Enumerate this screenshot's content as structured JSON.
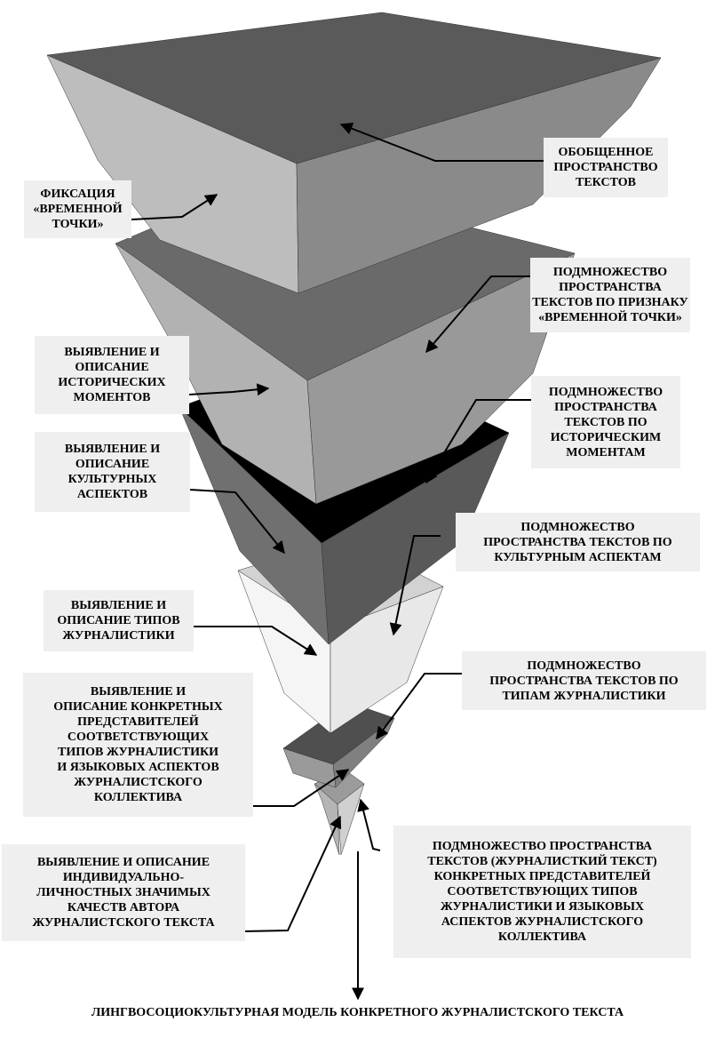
{
  "labels": {
    "fixation": [
      "ФИКСАЦИЯ",
      "«ВРЕМЕННОЙ",
      "ТОЧКИ»"
    ],
    "general_space": [
      "ОБОБЩЕННОЕ",
      "ПРОСТРАНСТВО",
      "ТЕКСТОВ"
    ],
    "subset_time_point": [
      "ПОДМНОЖЕСТВО",
      "ПРОСТРАНСТВА",
      "ТЕКСТОВ ПО ПРИЗНАКУ",
      "«ВРЕМЕННОЙ ТОЧКИ»"
    ],
    "historical_detect": [
      "ВЫЯВЛЕНИЕ И",
      "ОПИСАНИЕ",
      "ИСТОРИЧЕСКИХ",
      "МОМЕНТОВ"
    ],
    "subset_historical": [
      "ПОДМНОЖЕСТВО",
      "ПРОСТРАНСТВА",
      "ТЕКСТОВ ПО",
      "ИСТОРИЧЕСКИМ",
      "МОМЕНТАМ"
    ],
    "cultural_detect": [
      "ВЫЯВЛЕНИЕ И",
      "ОПИСАНИЕ",
      "КУЛЬТУРНЫХ",
      "АСПЕКТОВ"
    ],
    "subset_cultural": [
      "ПОДМНОЖЕСТВО",
      "ПРОСТРАНСТВА ТЕКСТОВ ПО",
      "КУЛЬТУРНЫМ АСПЕКТАМ"
    ],
    "journalism_types": [
      "ВЫЯВЛЕНИЕ И",
      "ОПИСАНИЕ ТИПОВ",
      "ЖУРНАЛИСТИКИ"
    ],
    "subset_journalism": [
      "ПОДМНОЖЕСТВО",
      "ПРОСТРАНСТВА ТЕКСТОВ ПО",
      "ТИПАМ ЖУРНАЛИСТИКИ"
    ],
    "representatives": [
      "ВЫЯВЛЕНИЕ И",
      "ОПИСАНИЕ КОНКРЕТНЫХ",
      "ПРЕДСТАВИТЕЛЕЙ",
      "СООТВЕТСТВУЮЩИХ",
      "ТИПОВ ЖУРНАЛИСТИКИ",
      "И ЯЗЫКОВЫХ АСПЕКТОВ",
      "ЖУРНАЛИСТСКОГО",
      "КОЛЛЕКТИВА"
    ],
    "author_qualities": [
      "ВЫЯВЛЕНИЕ И ОПИСАНИЕ",
      "ИНДИВИДУАЛЬНО-",
      "ЛИЧНОСТНЫХ ЗНАЧИМЫХ",
      "КАЧЕСТВ АВТОРА",
      "ЖУРНАЛИСТСКОГО ТЕКСТА"
    ],
    "subset_journalist_text": [
      "ПОДМНОЖЕСТВО ПРОСТРАНСТВА",
      "ТЕКСТОВ (ЖУРНАЛИСТКИЙ ТЕКСТ)",
      "КОНКРЕТНЫХ ПРЕДСТАВИТЕЛЕЙ",
      "СООТВЕТСТВУЮЩИХ ТИПОВ",
      "ЖУРНАЛИСТИКИ И ЯЗЫКОВЫХ",
      "АСПЕКТОВ ЖУРНАЛИСТСКОГО",
      "КОЛЛЕКТИВА"
    ]
  },
  "caption": "ЛИНГВОСОЦИОКУЛЬТУРНАЯ МОДЕЛЬ КОНКРЕТНОГО ЖУРНАЛИСТСКОГО ТЕКСТА",
  "colors": {
    "label_bg": "#efefef",
    "layer1_top": "#5a5a5a",
    "layer1_left": "#bdbdbd",
    "layer1_right": "#8a8a8a",
    "layer2_top": "#6a6a6a",
    "layer2_left": "#b2b2b2",
    "layer2_right": "#999999",
    "layer3_top": "#000000",
    "layer3_left": "#707070",
    "layer3_right": "#595959",
    "layer4_top": "#d2d2d2",
    "layer4_left": "#f5f5f5",
    "layer4_right": "#e8e8e8",
    "layer5_top": "#4f4f4f",
    "layer5_left": "#9a9a9a",
    "layer5_right": "#808080",
    "layer6_top": "#9b9b9b",
    "layer6_left": "#b5b5b5",
    "layer6_right": "#d0d0d0"
  }
}
